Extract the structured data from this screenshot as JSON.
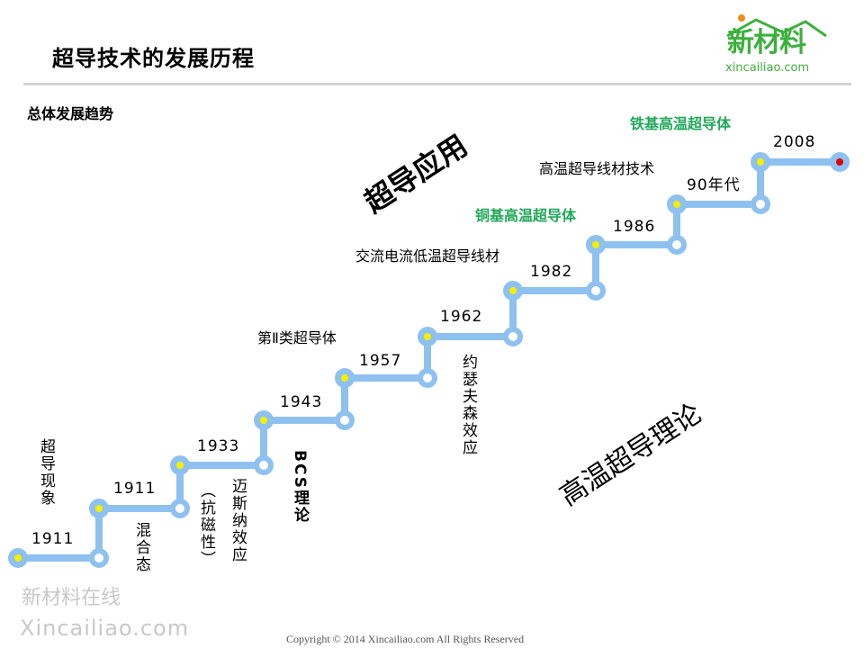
{
  "header": {
    "title": "超导技术的发展历程",
    "subtitle": "总体发展趋势"
  },
  "logo": {
    "name": "新材料",
    "domain": "xincailiao.com"
  },
  "trends": {
    "application": "超导应用",
    "theory": "高温超导理论"
  },
  "milestones": [
    {
      "year": "1911",
      "label": "超导现象"
    },
    {
      "year": "1911",
      "label": "混合态"
    },
    {
      "year": "1933",
      "label": "迈斯纳效应",
      "sublabel": "（抗磁性）"
    },
    {
      "year": "1943",
      "label": "BCS理论"
    },
    {
      "year": "1957",
      "label": "第Ⅱ类超导体"
    },
    {
      "year": "1962",
      "label": "约瑟夫森效应"
    },
    {
      "year": "1982",
      "label": "交流电流低温超导线材"
    },
    {
      "year": "1986",
      "label": "铜基高温超导体"
    },
    {
      "year": "90年代",
      "label": "高温超导线材技术"
    },
    {
      "year": "2008",
      "label": "铁基高温超导体"
    }
  ],
  "colors": {
    "line": "#8ec1f0",
    "dot": "#f5f000",
    "end": "#e00000",
    "green": "#22a85a"
  },
  "watermark": {
    "cn": "新材料在线",
    "en": "Xincailiao.com"
  },
  "footer": {
    "copyright": "Copyright © 2014   Xincailiao.com    All Rights Reserved"
  }
}
